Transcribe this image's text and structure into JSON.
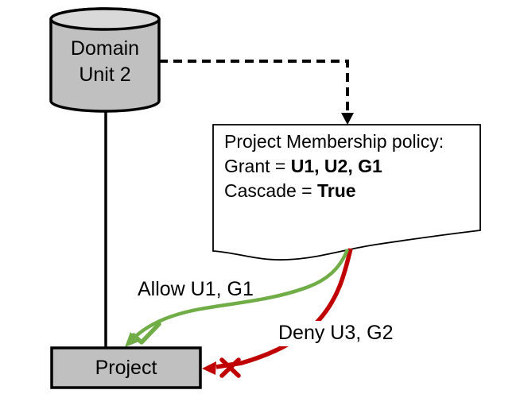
{
  "diagram": {
    "domain_node": {
      "line1": "Domain",
      "line2": "Unit 2"
    },
    "policy_note": {
      "title": "Project Membership policy:",
      "grant_label": "Grant = ",
      "grant_value": "U1, U2, G1",
      "cascade_label": "Cascade = ",
      "cascade_value": "True"
    },
    "allow_edge": {
      "label": "Allow U1, G1"
    },
    "deny_edge": {
      "label": "Deny U3, G2"
    },
    "project_node": {
      "label": "Project"
    }
  },
  "icons": {
    "allow": "check-icon",
    "deny": "cross-icon",
    "policy_link": "down-arrowhead-icon"
  },
  "colors": {
    "allow_green": "#70AD47",
    "deny_red": "#C00000",
    "node_fill": "#C0C0C0",
    "cylinder_top_fill": "#D9D9D9",
    "note_fill": "#FFFFFF",
    "outline": "#000000",
    "background": "#FFFFFF"
  }
}
